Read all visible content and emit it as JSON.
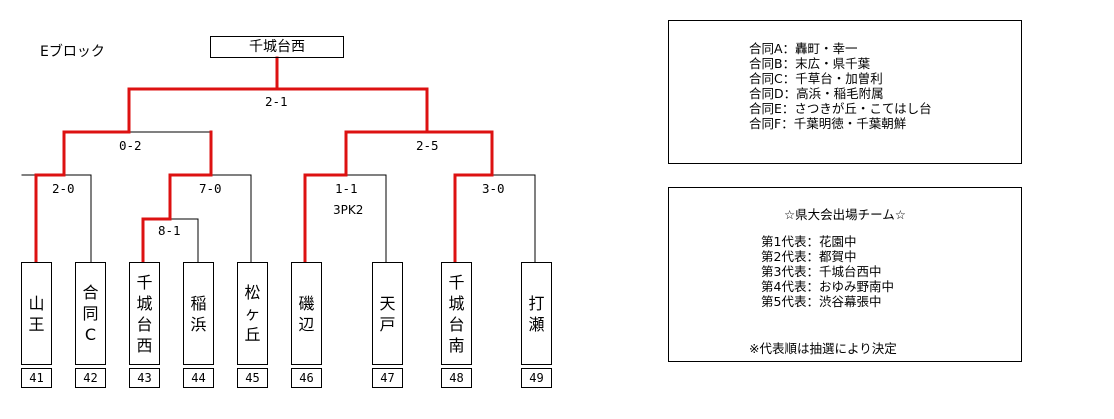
{
  "block_label": "Eブロック",
  "champion": "千城台西",
  "pk_note": "3PK2",
  "colors": {
    "winner_line": "#dd1111",
    "line": "#000000"
  },
  "scores": {
    "final": "2-1",
    "semi_left": "0-2",
    "semi_right": "2-5",
    "qf_1": "2-0",
    "qf_2": "7-0",
    "qf_3": "1-1",
    "qf_4": "3-0",
    "r1": "8-1"
  },
  "teams": [
    {
      "name": "山王",
      "chars": [
        "山",
        "王"
      ],
      "number": "41"
    },
    {
      "name": "合同C",
      "chars": [
        "合",
        "同",
        "C"
      ],
      "number": "42"
    },
    {
      "name": "千城台西",
      "chars": [
        "千",
        "城",
        "台",
        "西"
      ],
      "number": "43"
    },
    {
      "name": "稲浜",
      "chars": [
        "稲",
        "浜"
      ],
      "number": "44"
    },
    {
      "name": "松ヶ丘",
      "chars": [
        "松",
        "ヶ",
        "丘"
      ],
      "number": "45"
    },
    {
      "name": "磯辺",
      "chars": [
        "磯",
        "辺"
      ],
      "number": "46"
    },
    {
      "name": "天戸",
      "chars": [
        "天",
        "戸"
      ],
      "number": "47"
    },
    {
      "name": "千城台南",
      "chars": [
        "千",
        "城",
        "台",
        "南"
      ],
      "number": "48"
    },
    {
      "name": "打瀬",
      "chars": [
        "打",
        "瀬"
      ],
      "number": "49"
    }
  ],
  "merged_teams": [
    "合同A：轟町・幸一",
    "合同B：末広・県千葉",
    "合同C：千草台・加曽利",
    "合同D：高浜・稲毛附属",
    "合同E：さつきが丘・こてはし台",
    "合同F：千葉明徳・千葉朝鮮"
  ],
  "prefectural": {
    "title": "☆県大会出場チーム☆",
    "lines": [
      "第1代表：花園中",
      "第2代表：都賀中",
      "第3代表：千城台西中",
      "第4代表：おゆみ野南中",
      "第5代表：渋谷幕張中"
    ],
    "note": "※代表順は抽選により決定"
  }
}
